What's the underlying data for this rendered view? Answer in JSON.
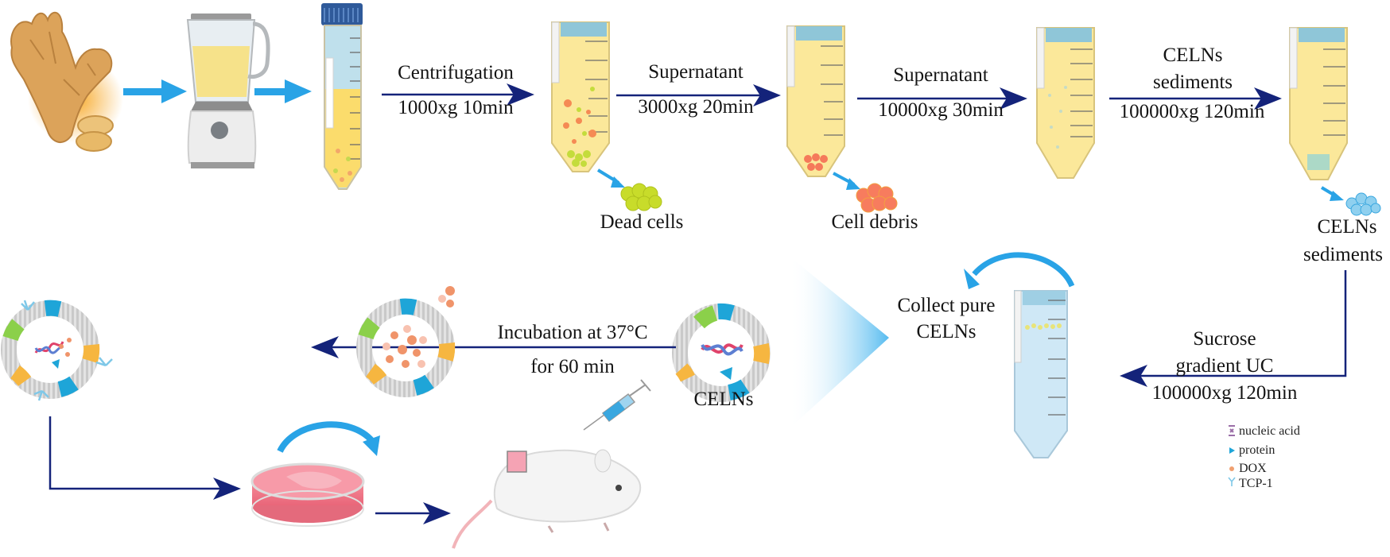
{
  "steps": {
    "step1": {
      "top": "Centrifugation",
      "bottom": "1000xg 10min"
    },
    "step2": {
      "top": "Supernatant",
      "bottom": "3000xg 20min"
    },
    "step3": {
      "top": "Supernatant",
      "bottom": "10000xg 30min"
    },
    "step4": {
      "top_line1": "CELNs",
      "top_line2": "sediments",
      "bottom": "100000xg 120min"
    },
    "step5": {
      "top_line1": "Sucrose",
      "top_line2": "gradient UC",
      "bottom": "100000xg 120min"
    },
    "incubation": {
      "line1": "Incubation at 37°C",
      "line2": "for 60 min"
    }
  },
  "products": {
    "dead_cells": "Dead cells",
    "cell_debris": "Cell debris",
    "celns_sediments_line1": "CELNs",
    "celns_sediments_line2": "sediments",
    "collect_line1": "Collect pure",
    "collect_line2": "CELNs",
    "celns": "CELNs"
  },
  "legend": {
    "items": [
      {
        "label": "nucleic acid",
        "icon": "dna-icon",
        "color": "#9b6fa8"
      },
      {
        "label": "protein",
        "icon": "triangle-icon",
        "color": "#1ea5d8"
      },
      {
        "label": "DOX",
        "icon": "dot-icon",
        "color": "#f0a070"
      },
      {
        "label": "TCP-1",
        "icon": "antibody-icon",
        "color": "#7fc8e8"
      }
    ]
  },
  "colors": {
    "arrow_dark": "#14237a",
    "arrow_light": "#29a3e6",
    "tube_liquid": "#fbe89a",
    "tube_cap": "#2f5a9a",
    "dead_cells": "#c8dc2a",
    "cell_debris": "#f57a5a",
    "celns_blue": "#8fd0ef"
  }
}
